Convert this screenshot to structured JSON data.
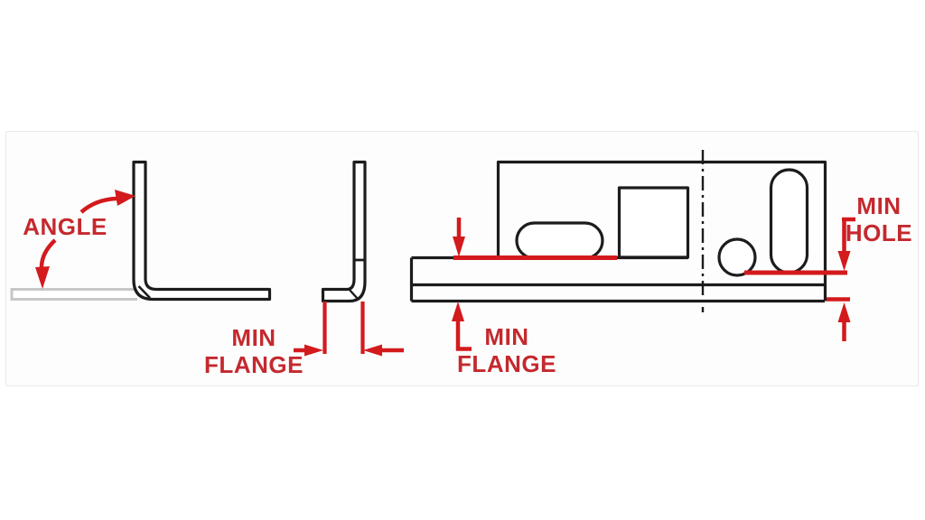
{
  "colors": {
    "background": "#ffffff",
    "panel_background": "#fdfdfd",
    "panel_border": "#e9e9e9",
    "line_black": "#1c1c1c",
    "flat_pattern_gray": "#c7c7c7",
    "annotation_red": "#d31a1d",
    "label_red": "#c4292e"
  },
  "labels": {
    "angle": "ANGLE",
    "min_flange_bend_view": {
      "line1": "MIN",
      "line2": "FLANGE"
    },
    "min_flange_flat_view": {
      "line1": "MIN",
      "line2": "FLANGE"
    },
    "min_hole": {
      "line1": "MIN",
      "line2": "HOLE"
    }
  }
}
